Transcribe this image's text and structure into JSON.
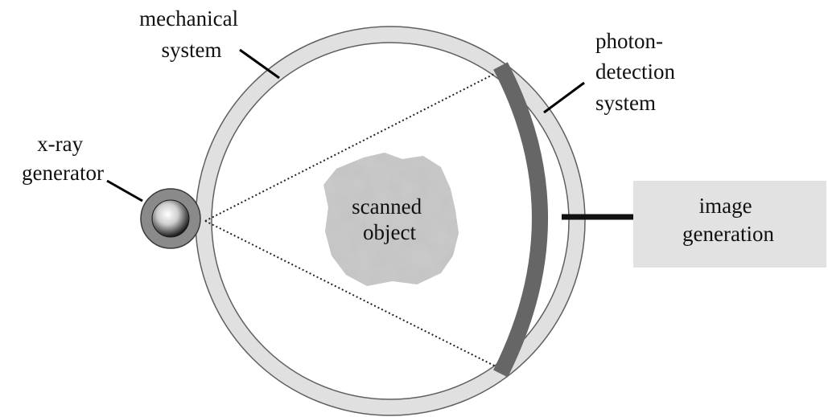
{
  "labels": {
    "mechanical_system": [
      "mechanical",
      "system"
    ],
    "photon_detection_system": [
      "photon-",
      "detection",
      "system"
    ],
    "xray_generator": [
      "x-ray",
      "generator"
    ],
    "scanned_object": [
      "scanned",
      "object"
    ],
    "image_generation": [
      "image",
      "generation"
    ]
  },
  "colors": {
    "ring": "#e0e0e0",
    "ring_stroke": "#5f5f5f",
    "detector": "#666666",
    "image_box": "#e2e2e2",
    "connector": "#111111",
    "beam": "#222222",
    "source_outer": "#8a8a8a",
    "object": "#c9c9c9"
  }
}
